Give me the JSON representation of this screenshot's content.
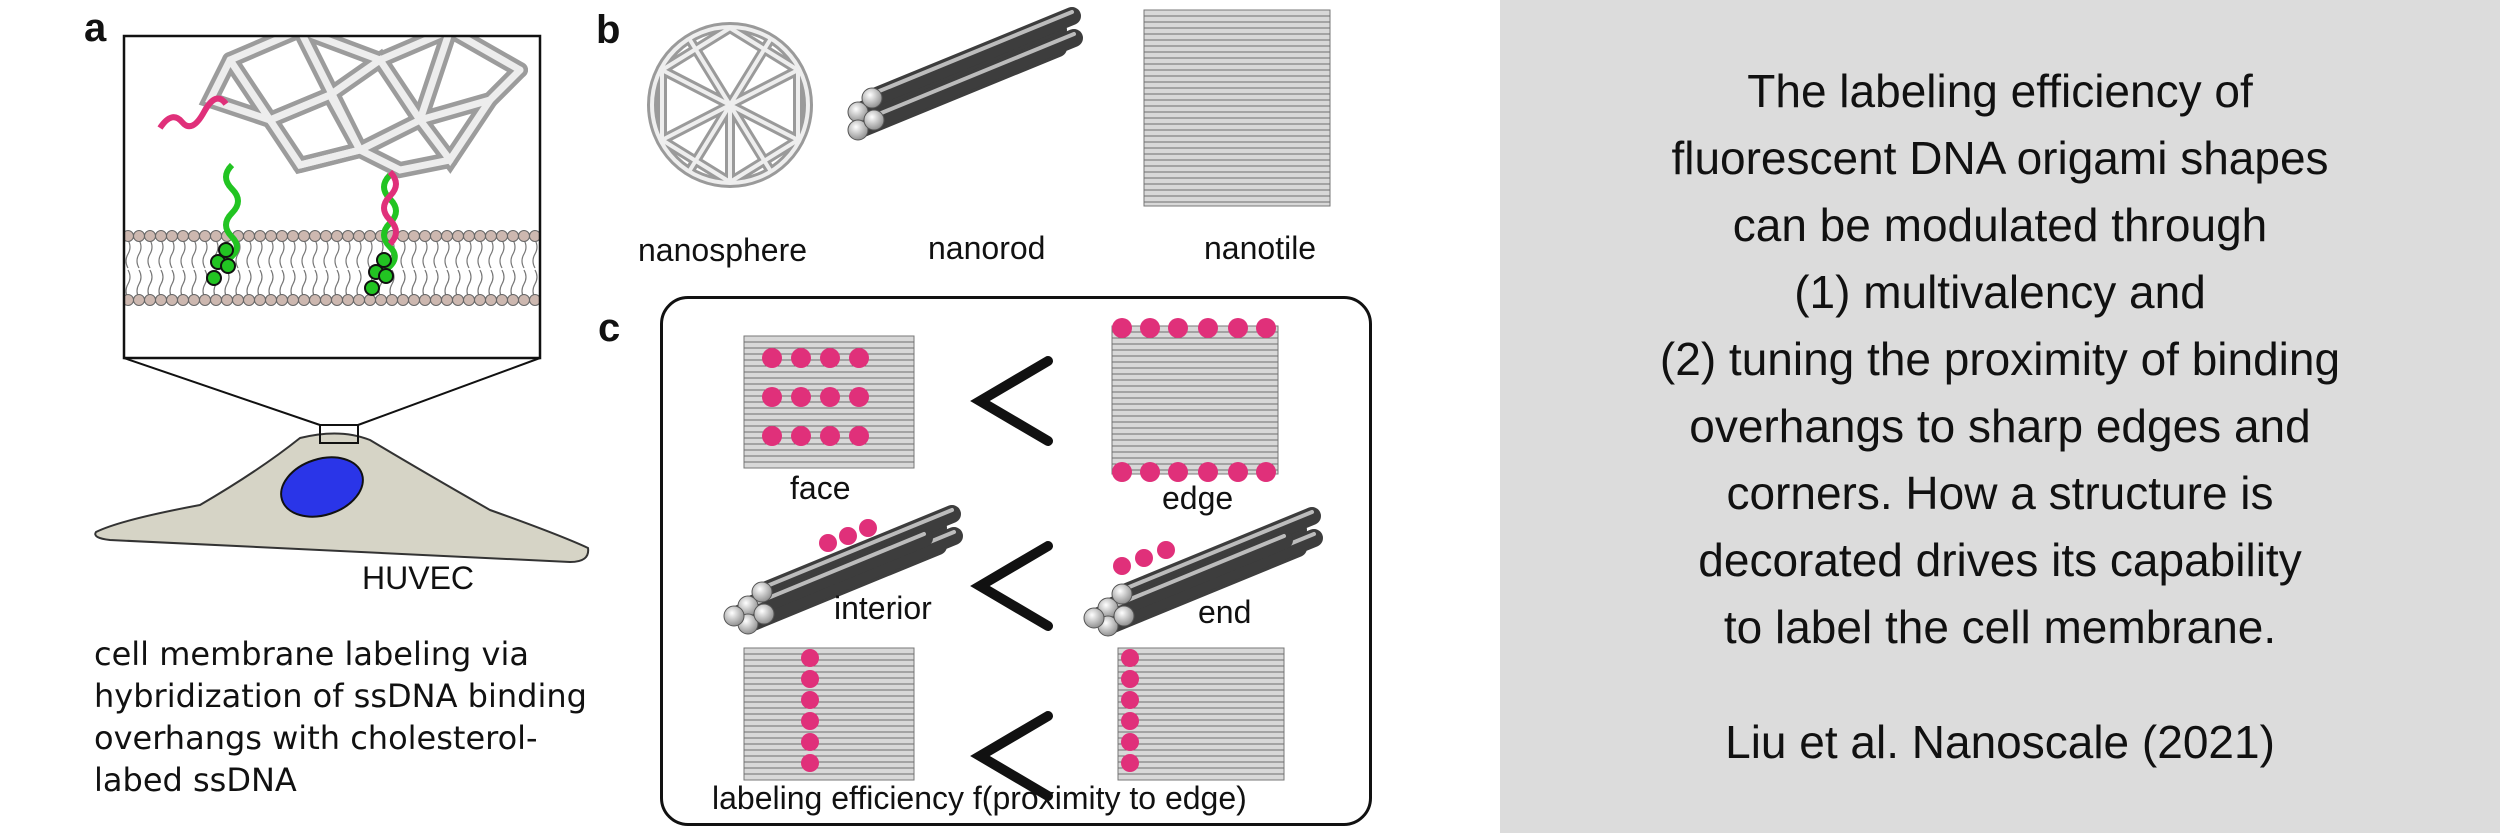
{
  "panels": {
    "a": {
      "letter": "a",
      "cell_label": "HUVEC",
      "caption_lines": [
        "cell membrane labeling via",
        "hybridization of ssDNA binding",
        "overhangs with cholesterol-",
        "labed ssDNA"
      ]
    },
    "b": {
      "letter": "b",
      "shapes": [
        "nanosphere",
        "nanorod",
        "nanotile"
      ]
    },
    "c": {
      "letter": "c",
      "rows": [
        {
          "left": "face",
          "right": "edge"
        },
        {
          "left": "interior",
          "right": "end"
        },
        {
          "left": "",
          "right": ""
        }
      ],
      "bottom_label": "labeling efficiency f(proximity to edge)"
    }
  },
  "summary": {
    "lines": [
      "The labeling efficiency of",
      "fluorescent DNA origami shapes",
      "can be modulated through",
      "(1) multivalency and",
      "(2) tuning the proximity of binding",
      "overhangs to sharp edges and",
      "corners. How a structure is",
      "decorated drives its capability",
      "to label the cell membrane."
    ],
    "citation": "Liu et al. Nanoscale (2021)"
  },
  "colors": {
    "magenta": "#e0307a",
    "green": "#22c422",
    "nucleus": "#2a35e8",
    "cell": "#d6d4c6",
    "right_bg": "#dcdcdc"
  }
}
